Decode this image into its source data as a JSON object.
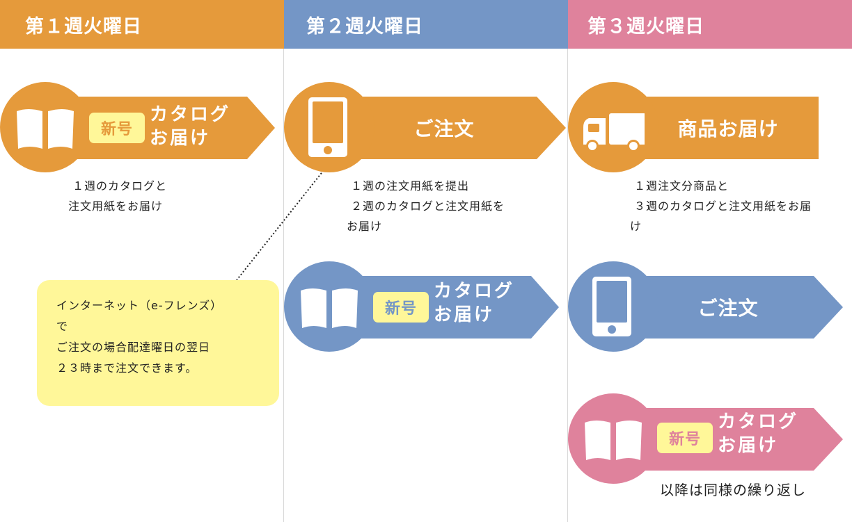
{
  "colors": {
    "orange": "#e59a3b",
    "blue": "#7496c6",
    "pink": "#df829c",
    "badge_bg": "#fff799",
    "note_bg": "#fff799",
    "divider": "#d8d8d8"
  },
  "columns": [
    {
      "header": "第１週火曜日",
      "color": "orange"
    },
    {
      "header": "第２週火曜日",
      "color": "blue"
    },
    {
      "header": "第３週火曜日",
      "color": "pink"
    }
  ],
  "steps": {
    "w1_catalog": {
      "icon": "book-icon",
      "badge": "新号",
      "line1": "カタログ",
      "line2": "お届け",
      "color": "orange"
    },
    "w2_order": {
      "icon": "smartphone-icon",
      "label": "ご注文",
      "color": "orange"
    },
    "w3_delivery": {
      "icon": "truck-icon",
      "label": "商品お届け",
      "color": "orange"
    },
    "w2_catalog": {
      "icon": "book-icon",
      "badge": "新号",
      "line1": "カタログ",
      "line2": "お届け",
      "color": "blue"
    },
    "w3_order": {
      "icon": "smartphone-icon",
      "label": "ご注文",
      "color": "blue"
    },
    "w3_catalog": {
      "icon": "book-icon",
      "badge": "新号",
      "line1": "カタログ",
      "line2": "お届け",
      "color": "pink"
    }
  },
  "descriptions": {
    "w1": [
      "１週のカタログと",
      "注文用紙をお届け"
    ],
    "w2": [
      "１週の注文用紙を提出",
      "２週のカタログと注文用紙を",
      "お届け"
    ],
    "w3": [
      "１週注文分商品と",
      "３週のカタログと注文用紙をお届",
      "け"
    ]
  },
  "note": {
    "lines": [
      "インターネット（e-フレンズ）",
      "で",
      "ご注文の場合配達曜日の翌日",
      "２３時まで注文できます。"
    ]
  },
  "footer": {
    "text": "以降は同様の繰り返し"
  }
}
